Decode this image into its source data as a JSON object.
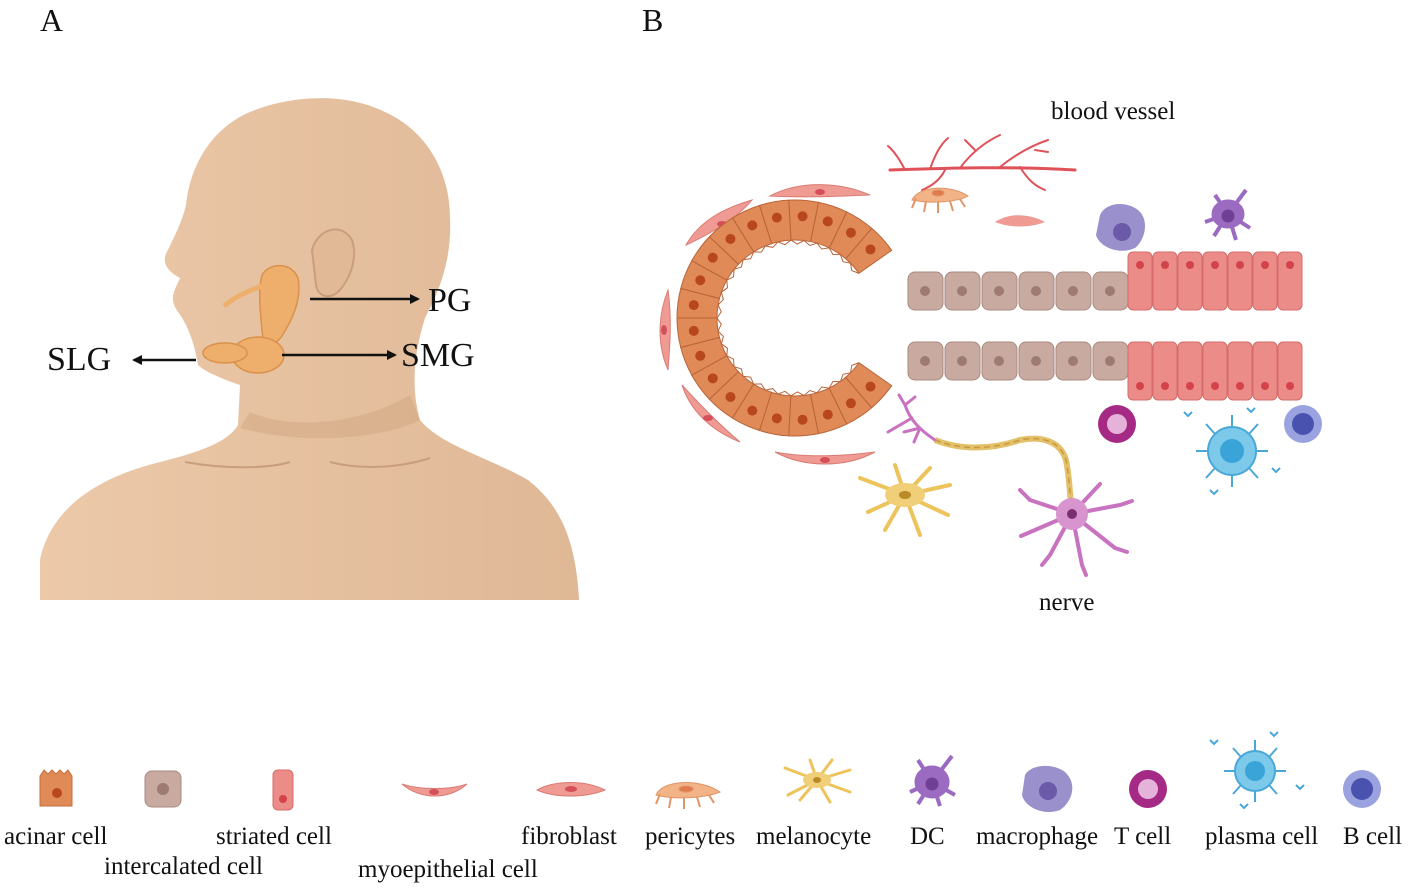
{
  "panels": {
    "a": "A",
    "b": "B"
  },
  "head": {
    "pg": "PG",
    "slg": "SLG",
    "smg": "SMG"
  },
  "tissue": {
    "blood_vessel": "blood vessel",
    "nerve": "nerve"
  },
  "legend": {
    "acinar": "acinar cell",
    "intercalated": "intercalated cell",
    "striated": "striated cell",
    "myoepithelial": "myoepithelial cell",
    "fibroblast": "fibroblast",
    "pericytes": "pericytes",
    "melanocyte": "melanocyte",
    "dc": "DC",
    "macrophage": "macrophage",
    "tcell": "T cell",
    "plasma": "plasma cell",
    "bcell": "B cell"
  },
  "colors": {
    "skin": "#e9c4a2",
    "gland": "#eeae6c",
    "acinar": "#e08a57",
    "acinar_nucleus": "#b8471f",
    "intercalated": "#c9aaa0",
    "intercalated_nucleus": "#9d7a72",
    "striated": "#ec8c89",
    "striated_nucleus": "#d4434a",
    "myoepithelial": "#ef9a93",
    "vessel": "#e0525a",
    "melanocyte": "#edc35c",
    "dc": "#9a6bc0",
    "macrophage": "#9a90cc",
    "tcell": "#a52a85",
    "plasma": "#4aa8d8",
    "bcell": "#6a72c6",
    "neuron": "#c872c0"
  }
}
